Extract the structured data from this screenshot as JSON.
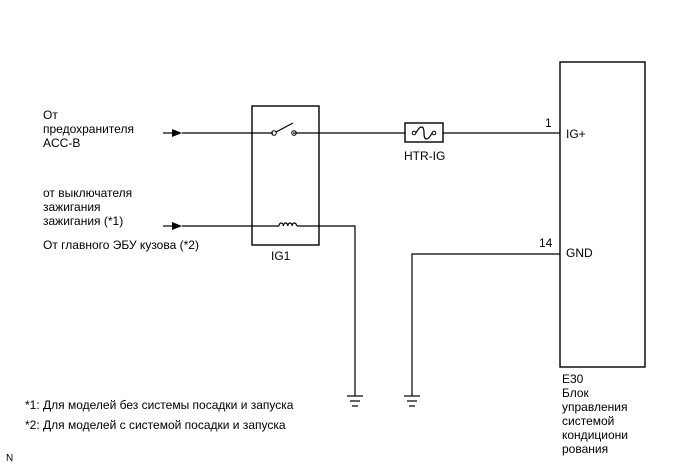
{
  "sources": {
    "acc_b": [
      "От",
      "предохранителя",
      "ACC-B"
    ],
    "ignition": [
      "от выключателя",
      "зажигания",
      "зажигания (*1)"
    ],
    "body_ecu": "От главного ЭБУ кузова (*2)"
  },
  "relay": {
    "label": "IG1"
  },
  "fuse": {
    "label": "HTR-IG"
  },
  "ecu": {
    "code": "E30",
    "name_lines": [
      "Блок",
      "управления",
      "системой",
      "кондициони",
      "рования"
    ],
    "pins": [
      {
        "number": "1",
        "name": "IG+"
      },
      {
        "number": "14",
        "name": "GND"
      }
    ]
  },
  "notes": [
    "*1: Для моделей без системы посадки и запуска",
    "*2: Для моделей с системой посадки и запуска"
  ],
  "corner_mark": "N"
}
